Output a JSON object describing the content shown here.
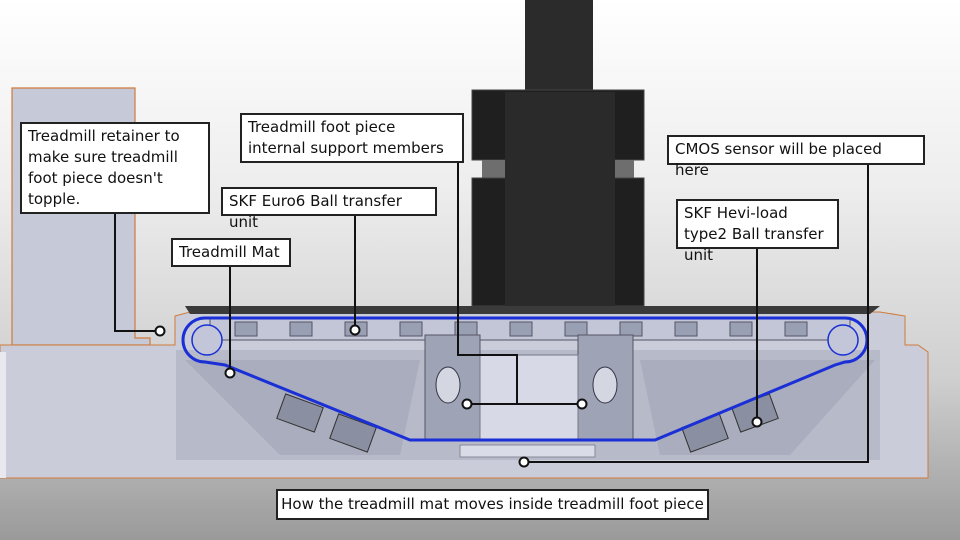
{
  "labels": {
    "retainer": "Treadmill retainer to make sure treadmill foot piece doesn't topple.",
    "support_members": "Treadmill foot piece internal support members",
    "cmos": "CMOS sensor will be placed here",
    "euro6": "SKF Euro6 Ball transfer unit",
    "hevi_load": "SKF Hevi-load type2 Ball transfer unit",
    "mat": "Treadmill Mat"
  },
  "caption": "How the treadmill mat moves inside treadmill foot piece",
  "colors": {
    "mat_belt": "#1a2fd6",
    "retainer_fill": "#c7cad9",
    "body_fill": "#c9cbd8",
    "shaft": "#2b2b2b"
  }
}
